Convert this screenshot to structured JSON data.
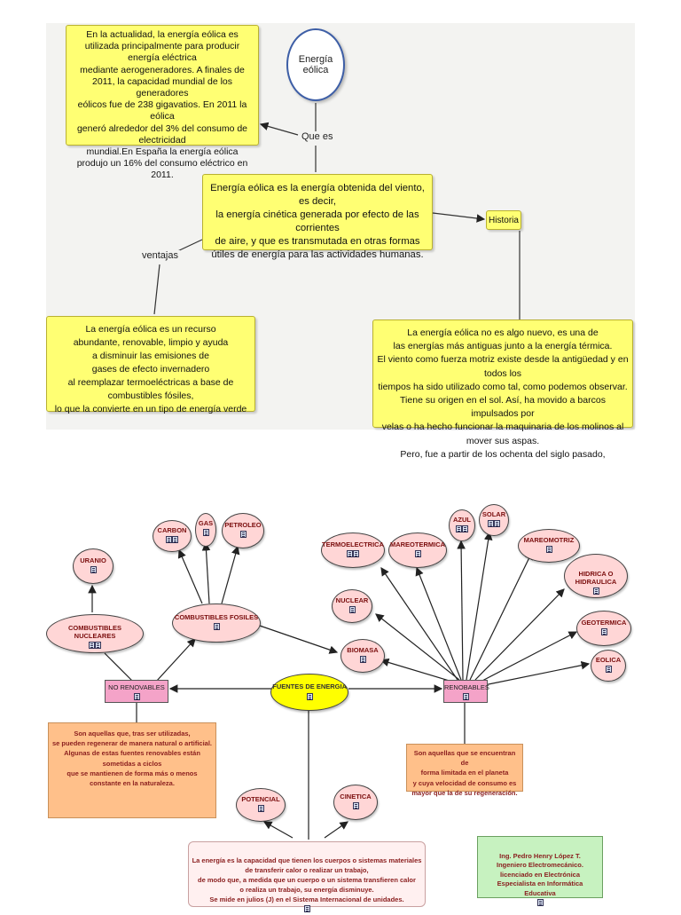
{
  "concept_map_1": {
    "central": "Energía\neólica",
    "links": {
      "que_es": "Que es",
      "ventajas": "ventajas"
    },
    "top_left_text": "En la actualidad, la energía eólica es\nutilizada principalmente para producir energía eléctrica\nmediante aerogeneradores. A finales de\n2011, la capacidad mundial de los generadores\neólicos fue de 238 gigavatios. En 2011 la eólica\ngeneró alrededor del 3% del consumo de electricidad\nmundial.En España la energía eólica\nprodujo un 16% del consumo eléctrico en 2011.",
    "definition": "Energía eólica es la energía obtenida del viento, es decir,\nla energía cinética generada por efecto de las corrientes\nde aire, y que es transmutada en otras formas\nútiles de energía para las actividades humanas.",
    "historia_label": "Historia",
    "ventajas_text": "La energía eólica es un recurso\nabundante, renovable, limpio y ayuda\na disminuir las emisiones de\ngases de efecto invernadero\nal reemplazar termoeléctricas a base de combustibles fósiles,\nlo que la convierte en un tipo de energía verde",
    "historia_text": "La energía eólica no es algo nuevo, es una de\nlas energías más antiguas junto a la energía térmica.\nEl viento como fuerza motriz existe desde la antigüedad y en todos los\ntiempos ha sido utilizado como tal, como podemos observar.\nTiene su origen en el sol. Así, ha movido a barcos impulsados por\nvelas o ha hecho funcionar la maquinaria de los molinos al mover sus aspas.\nPero, fue a partir de los ochenta del siglo pasado,"
  },
  "concept_map_2": {
    "center": "FUENTES DE ENERGIA",
    "no_renovables": "NO RENOVABLES",
    "renovables": "RENOBABLES",
    "combustibles_nucleares": "COMBUSTIBLES NUCLEARES",
    "combustibles_fosiles": "COMBUSTIBLES FOSILES",
    "uranio": "URANIO",
    "carbon": "CARBON",
    "gas": "GAS",
    "petroleo": "PETROLEO",
    "termoelectrica": "TERMOELECTRICA",
    "mareotermica": "MAREOTERMICA",
    "azul": "AZUL",
    "solar": "SOLAR",
    "mareomotriz": "MAREOMOTRIZ",
    "hidrica": "HIDRICA O\nHIDRAULICA",
    "nuclear": "NUCLEAR",
    "biomasa": "BIOMASA",
    "geotermica": "GEOTERMICA",
    "eolica": "EOLICA",
    "potencial": "POTENCIAL",
    "cinetica": "CINETICA",
    "no_renovables_text": "Son aquellas que, tras ser utilizadas,\nse pueden regenerar de manera natural o artificial.\nAlgunas de estas fuentes renovables están\nsometidas a ciclos\nque se mantienen de forma más o menos\nconstante en la naturaleza.",
    "renovables_text": "Son aquellas que se encuentran de\nforma limitada en el planeta\ny cuya velocidad de consumo es\nmayor que la de su regeneración.",
    "energia_text": "La energía es la capacidad que tienen los cuerpos o sistemas materiales\nde transferir calor o realizar un trabajo,\nde modo que, a medida que un cuerpo o un sistema transfieren calor\no realiza un trabajo, su energía disminuye.\nSe mide en julios (J) en el Sistema Internacional de unidades.",
    "author": "Ing. Pedro Henry López T.\nIngeniero Electromecánico.\nlicenciado en Electrónica\nEspecialista en Informática Educativa"
  },
  "colors": {
    "yellow_box": "#ffff73",
    "pink_node": "#ffd6d6",
    "pink_rect": "#f4a3c8",
    "orange_box": "#ffc08a",
    "green_box": "#c7f2c0",
    "center_yellow": "#ffff00"
  }
}
